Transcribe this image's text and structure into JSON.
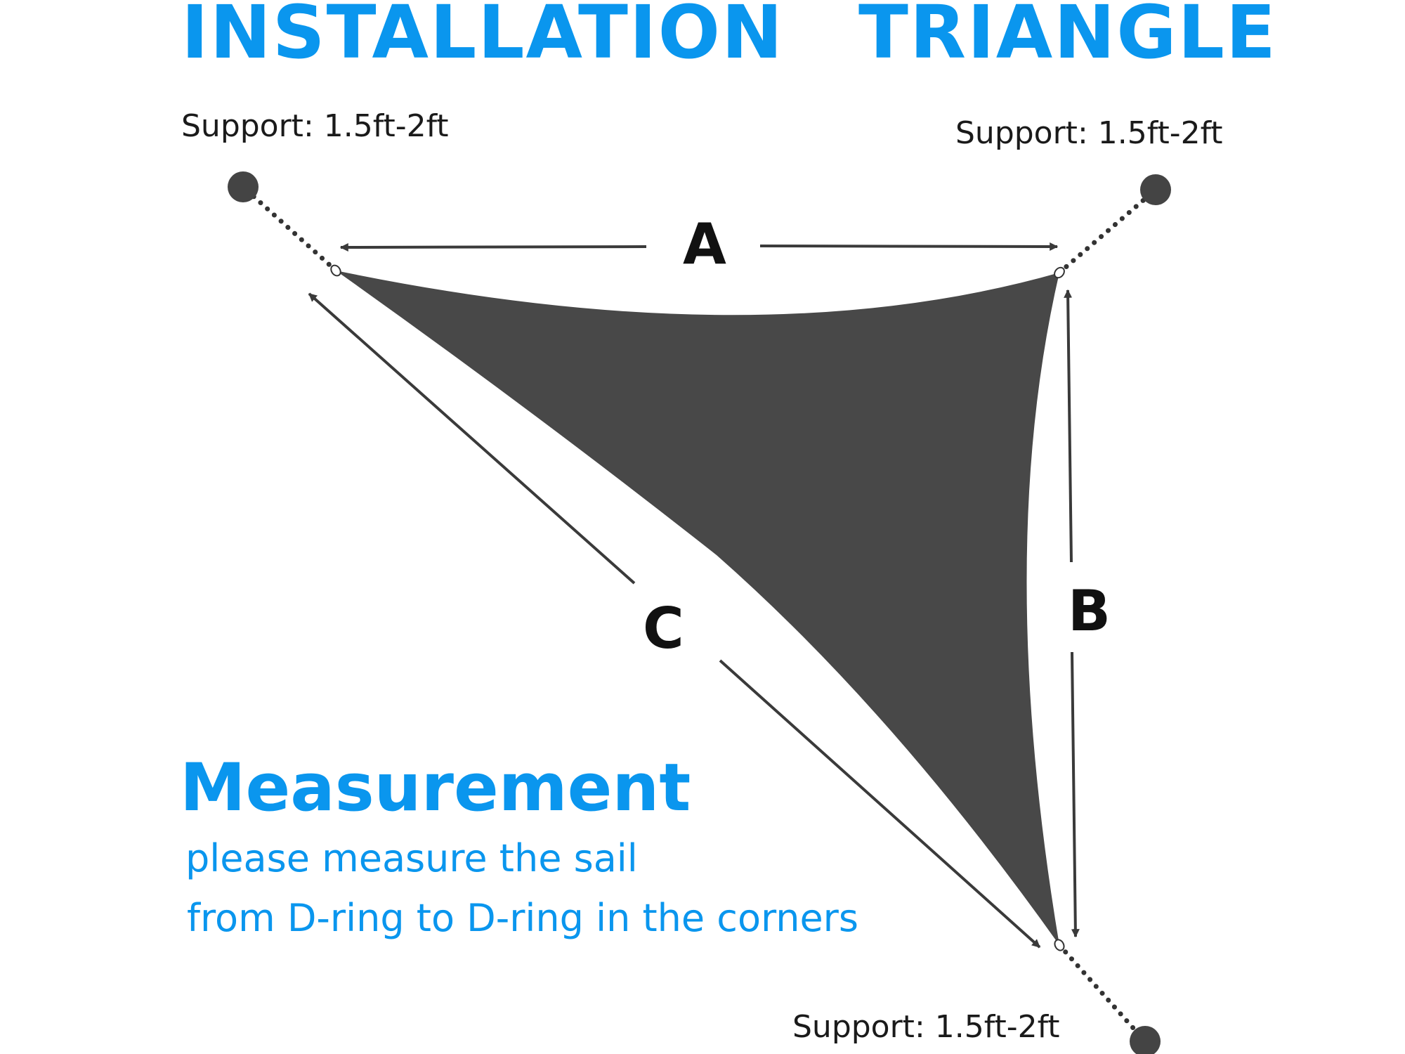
{
  "title": {
    "left": "INSTALLATION",
    "right": "TRIANGLE"
  },
  "supports": {
    "top_left": "Support: 1.5ft-2ft",
    "top_right": "Support: 1.5ft-2ft",
    "bottom": "Support: 1.5ft-2ft"
  },
  "sides": {
    "a": "A",
    "b": "B",
    "c": "C"
  },
  "measurement": {
    "heading": "Measurement",
    "line1": "please measure the sail",
    "line2": "from D-ring to D-ring in the corners"
  },
  "colors": {
    "accent": "#0a96ee",
    "sail": "#484848",
    "line": "#3a3a3a"
  }
}
